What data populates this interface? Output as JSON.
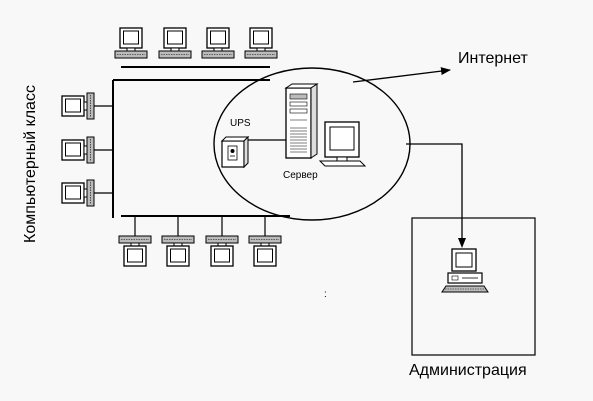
{
  "labels": {
    "internet": "Интернет",
    "classroom": "Компьютерный класс",
    "ups": "UPS",
    "server": "Сервер",
    "administration": "Администрация",
    "stray_mark": ":"
  },
  "icons": {
    "workstation": "monitor-with-keyboard-icon",
    "server": "server-tower-icon",
    "ups": "ups-box-icon",
    "admin_pc": "desktop-computer-icon"
  },
  "colors": {
    "line": "#000000",
    "background": "#f8f8f8"
  }
}
